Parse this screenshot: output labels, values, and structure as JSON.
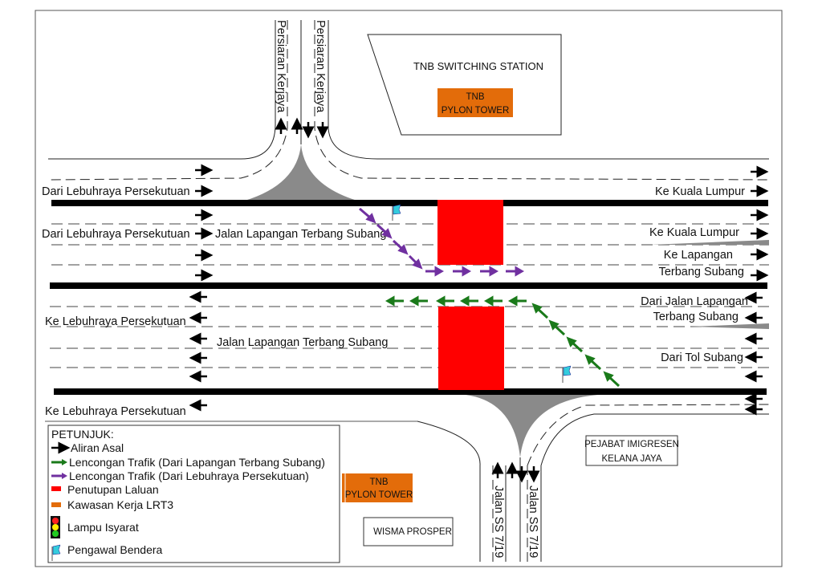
{
  "colors": {
    "road_edge": "#000000",
    "island": "#8a8a8a",
    "closure": "#ff0000",
    "work_area": "#e36c0a",
    "detour_green": "#1a7a1a",
    "detour_purple": "#7030a0",
    "flag": "#33ccdd"
  },
  "buildings": {
    "switching_station": "TNB SWITCHING STATION",
    "pylon_top_1": "TNB",
    "pylon_top_2": "PYLON TOWER",
    "pylon_bottom_1": "TNB",
    "pylon_bottom_2": "PYLON TOWER",
    "wisma": "WISMA PROSPER",
    "imigresen_1": "PEJABAT IMIGRESEN",
    "imigresen_2": "KELANA JAYA"
  },
  "roads": {
    "top_left": "Persiaran Kerjaya",
    "top_right": "Persiaran Kerjaya",
    "bottom_left": "Jalan SS 7/19",
    "bottom_right": "Jalan SS 7/19",
    "main_east": "Jalan Lapangan Terbang Subang",
    "main_west": "Jalan Lapangan Terbang Subang"
  },
  "labels": {
    "dari_lebuhraya_1": "Dari Lebuhraya Persekutuan",
    "dari_lebuhraya_2": "Dari Lebuhraya Persekutuan",
    "ke_kl_1": "Ke Kuala Lumpur",
    "ke_kl_2": "Ke Kuala Lumpur",
    "ke_lapangan_1": "Ke Lapangan",
    "ke_lapangan_2": "Terbang Subang",
    "dari_jalan_1": "Dari Jalan Lapangan",
    "dari_jalan_2": "Terbang Subang",
    "dari_tol": "Dari Tol Subang",
    "ke_lebuhraya_1": "Ke Lebuhraya Persekutuan",
    "ke_lebuhraya_2": "Ke Lebuhraya Persekutuan"
  },
  "legend": {
    "title": "PETUNJUK:",
    "items": [
      {
        "icon": "black-arrow",
        "label": "Aliran Asal"
      },
      {
        "icon": "green-arrow",
        "label": "Lencongan Trafik (Dari Lapangan Terbang Subang)"
      },
      {
        "icon": "purple-arrow",
        "label": "Lencongan Trafik (Dari Lebuhraya Persekutuan)"
      },
      {
        "icon": "red-bar",
        "label": "Penutupan Laluan"
      },
      {
        "icon": "orange-bar",
        "label": "Kawasan Kerja LRT3"
      },
      {
        "icon": "traffic-light",
        "label": "Lampu Isyarat"
      },
      {
        "icon": "flag",
        "label": "Pengawal Bendera"
      }
    ]
  }
}
